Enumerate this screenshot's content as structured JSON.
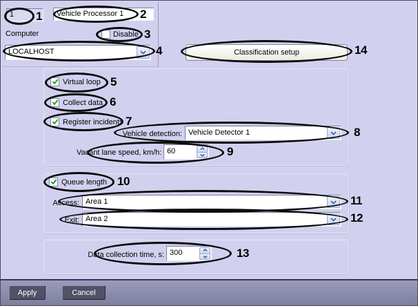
{
  "header": {
    "id_value": "1",
    "name_value": "Vehicle Processor 1",
    "computer_label": "Computer",
    "disable_label": "Disable",
    "disable_checked": false,
    "computer_value": "LOCALHOST",
    "classification_button_label": "Classification setup"
  },
  "detection": {
    "virtual_loop_label": "Virtual loop",
    "virtual_loop_checked": true,
    "collect_data_label": "Collect data",
    "collect_data_checked": true,
    "register_incidents_label": "Register incidents",
    "register_incidents_checked": true,
    "vehicle_detection_label": "Vehicle detection:",
    "vehicle_detection_value": "Vehicle Detector 1",
    "vacant_lane_label": "Vacant lane speed, km/h:",
    "vacant_lane_value": "60"
  },
  "queue": {
    "queue_length_label": "Queue length",
    "queue_length_checked": true,
    "access_label": "Access:",
    "access_value": "Area 1",
    "exit_label": "Exit:",
    "exit_value": "Area 2"
  },
  "data_collection": {
    "label": "Data collection time, s:",
    "value": "300"
  },
  "footer": {
    "apply_label": "Apply",
    "cancel_label": "Cancel"
  },
  "callouts": [
    "1",
    "2",
    "3",
    "4",
    "5",
    "6",
    "7",
    "8",
    "9",
    "10",
    "11",
    "12",
    "13",
    "14"
  ],
  "colors": {
    "background": "#d1d1ef",
    "footer_bar_top": "#9b9bbb",
    "footer_bar_bottom": "#7e7e9f",
    "dark_button": "#515168",
    "check_green": "#23a523",
    "combo_accent": "#4a63a8",
    "callout_stroke": "#0b0b0b"
  }
}
